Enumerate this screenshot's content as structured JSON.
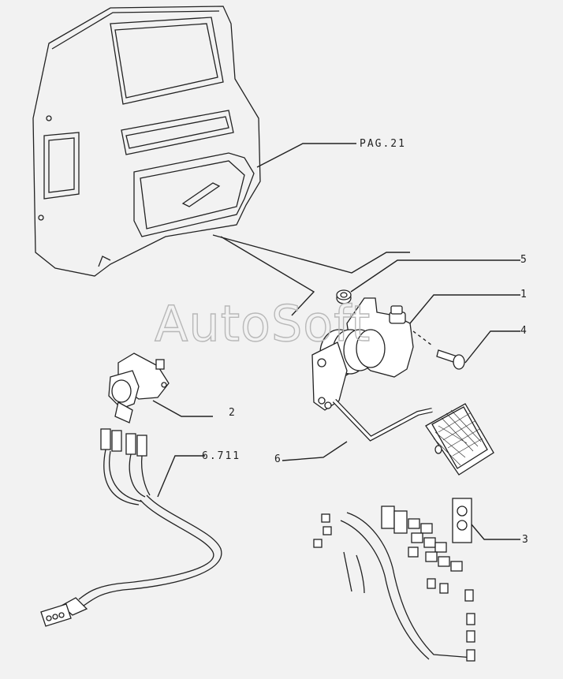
{
  "watermark": "AutoSoft",
  "callouts": {
    "pag": "PAG.21",
    "n5": "5",
    "n1": "1",
    "n4": "4",
    "n2": "2",
    "n6711": "6.711",
    "n6": "6",
    "n3": "3"
  }
}
